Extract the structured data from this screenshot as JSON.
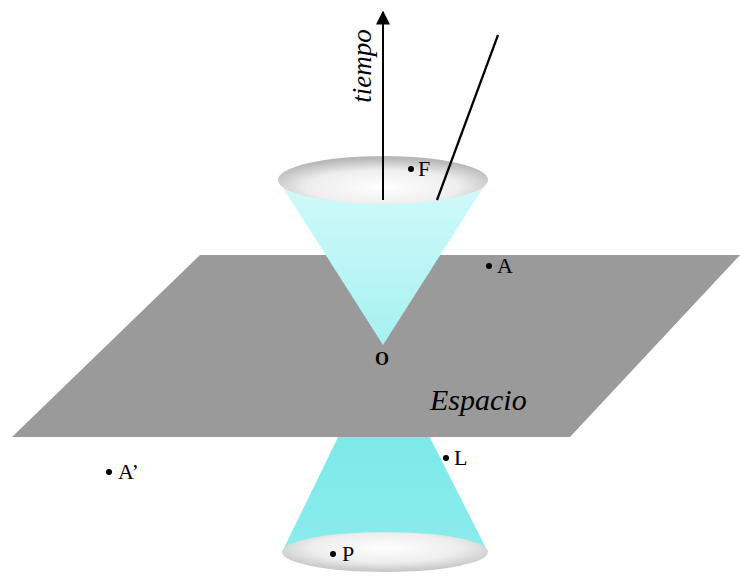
{
  "diagram": {
    "labels": [
      "tiempo",
      "F",
      "A",
      "O",
      "Espacio",
      "A’",
      "L",
      "P"
    ]
  }
}
